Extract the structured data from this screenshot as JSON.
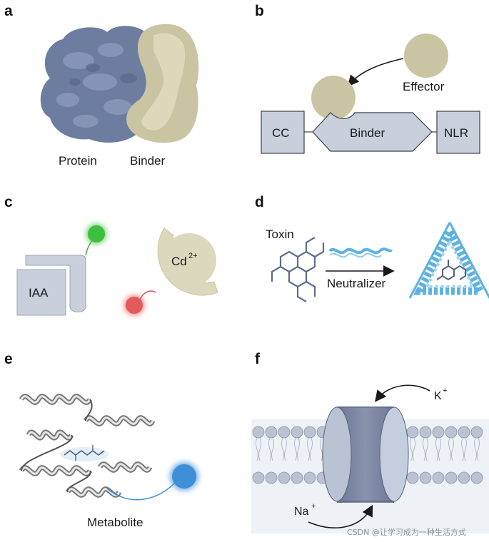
{
  "panels": {
    "a": {
      "letter": "a",
      "labels": {
        "protein": "Protein",
        "binder": "Binder"
      }
    },
    "b": {
      "letter": "b",
      "labels": {
        "cc": "CC",
        "binder": "Binder",
        "nlr": "NLR",
        "effector": "Effector"
      }
    },
    "c": {
      "letter": "c",
      "labels": {
        "iaa": "IAA",
        "cd": "Cd",
        "cd_sup": "2+"
      }
    },
    "d": {
      "letter": "d",
      "labels": {
        "toxin": "Toxin",
        "neutralizer": "Neutralizer"
      }
    },
    "e": {
      "letter": "e",
      "labels": {
        "metabolite": "Metabolite"
      }
    },
    "f": {
      "letter": "f",
      "labels": {
        "k": "K",
        "k_sup": "+",
        "na": "Na",
        "na_sup": "+"
      }
    }
  },
  "watermark": "CSDN @让学习成为一种生活方式",
  "colors": {
    "protein": "#6d7d9f",
    "binder": "#c9c4a1",
    "box": "#c9d0dc",
    "green_dot": "#3fbf3f",
    "red_dot": "#e45a5a",
    "blue_dot": "#3e8fd6",
    "ribbon_blue": "#5db2e2",
    "membrane": "#b9c3d3"
  }
}
